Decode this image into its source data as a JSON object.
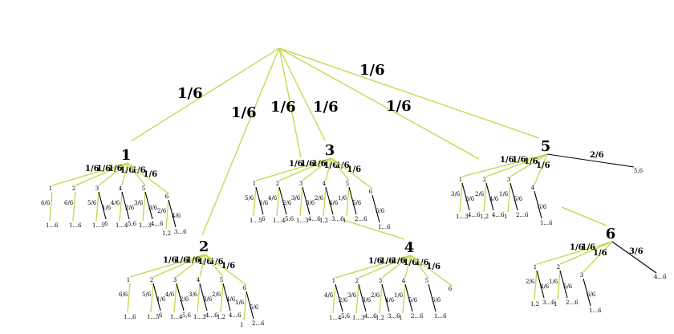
{
  "root": {
    "edge_probability": "1/6",
    "outcomes": [
      "1",
      "2",
      "3",
      "4",
      "5",
      "6"
    ]
  },
  "subtrees": [
    {
      "node": "1",
      "edge_label": "1/6",
      "children": [
        {
          "value": "1",
          "prob": "1/6",
          "green": "6/6",
          "green_leaf": "1...6"
        },
        {
          "value": "2",
          "prob": "1/6",
          "green": "6/6",
          "green_leaf": "1...6"
        },
        {
          "value": "3",
          "prob": "1/6",
          "green": "5/6",
          "green_leaf": "1...5",
          "black": "1/6",
          "black_leaf": "6"
        },
        {
          "value": "4",
          "prob": "1/6",
          "green": "4/6",
          "green_leaf": "1...4",
          "black": "2/6",
          "black_leaf": "5,6"
        },
        {
          "value": "5",
          "prob": "1/6",
          "green": "3/6",
          "green_leaf": "1...3",
          "black": "3/6",
          "black_leaf": "4...6"
        },
        {
          "value": "6",
          "prob": "1/6",
          "green": "2/6",
          "green_leaf": "1,2",
          "black": "4/6",
          "black_leaf": "3...6"
        }
      ]
    },
    {
      "node": "2",
      "edge_label": "1/6",
      "children": [
        {
          "value": "1",
          "prob": "1/6",
          "green": "6/6",
          "green_leaf": "1...6"
        },
        {
          "value": "2",
          "prob": "1/6",
          "green": "5/6",
          "green_leaf": "1...5",
          "black": "1/6",
          "black_leaf": "6"
        },
        {
          "value": "3",
          "prob": "1/6",
          "green": "4/6",
          "green_leaf": "1...4",
          "black": "2/6",
          "black_leaf": "5,6"
        },
        {
          "value": "4",
          "prob": "1/6",
          "green": "3/6",
          "green_leaf": "1...3",
          "black": "3/6",
          "black_leaf": "4...6"
        },
        {
          "value": "5",
          "prob": "1/6",
          "green": "2/6",
          "green_leaf": "1,2",
          "black": "4/6",
          "black_leaf": "4...6"
        },
        {
          "value": "6",
          "prob": "1/6",
          "green": "1/6",
          "green_leaf": "1",
          "black": "5/6",
          "black_leaf": "2...6"
        }
      ]
    },
    {
      "node": "3",
      "edge_label": "1/6",
      "children": [
        {
          "value": "1",
          "prob": "1/6",
          "green": "5/6",
          "green_leaf": "1...5",
          "black": "1/6",
          "black_leaf": "6"
        },
        {
          "value": "2",
          "prob": "1/6",
          "green": "4/6",
          "green_leaf": "1...4",
          "black": "2/6",
          "black_leaf": "5,6"
        },
        {
          "value": "3",
          "prob": "1/6",
          "green": "3/6",
          "green_leaf": "1...3",
          "black": "3/6",
          "black_leaf": "4...6"
        },
        {
          "value": "4",
          "prob": "1/6",
          "green": "2/6",
          "green_leaf": "1,2",
          "black": "4/6",
          "black_leaf": "3...6"
        },
        {
          "value": "5",
          "prob": "1/6",
          "green": "1/6",
          "green_leaf": "1",
          "black": "5/6",
          "black_leaf": "2...6"
        },
        {
          "value": "6",
          "prob": "1/6",
          "black": "6/6",
          "black_leaf": "1...6"
        }
      ]
    },
    {
      "node": "4",
      "edge_label": "1/6",
      "children": [
        {
          "value": "1",
          "prob": "1/6",
          "green": "4/6",
          "green_leaf": "1...4",
          "black": "2/6",
          "black_leaf": "5,6"
        },
        {
          "value": "2",
          "prob": "1/6",
          "green": "3/6",
          "green_leaf": "1...3",
          "black": "3/6",
          "black_leaf": "4...6"
        },
        {
          "value": "3",
          "prob": "1/6",
          "green": "2/6",
          "green_leaf": "1,2",
          "black": "4/6",
          "black_leaf": "3...6"
        },
        {
          "value": "4",
          "prob": "1/6",
          "green": "1/6",
          "green_leaf": "1",
          "black": "5/6",
          "black_leaf": "2...6"
        },
        {
          "value": "5",
          "prob": "1/6",
          "black": "6/6",
          "black_leaf": "1...6"
        },
        {
          "value": "6",
          "prob": "1/6"
        }
      ]
    },
    {
      "node": "5",
      "edge_label": "1/6",
      "extra": {
        "prob": "2/6",
        "leaf": "5,6"
      },
      "children": [
        {
          "value": "1",
          "prob": "1/6",
          "green": "3/6",
          "green_leaf": "1...3",
          "black": "3/6",
          "black_leaf": "4...6"
        },
        {
          "value": "2",
          "prob": "1/6",
          "green": "2/6",
          "green_leaf": "1,2",
          "black": "4/6",
          "black_leaf": "4...6"
        },
        {
          "value": "3",
          "prob": "1/6",
          "green": "1/6",
          "green_leaf": "1",
          "black": "5/6",
          "black_leaf": "2...6"
        },
        {
          "value": "4",
          "prob": "1/6",
          "black": "6/6",
          "black_leaf": "1...6"
        }
      ]
    },
    {
      "node": "6",
      "edge_label": "1/6",
      "extra": {
        "prob": "3/6",
        "leaf": "4...6"
      },
      "children": [
        {
          "value": "1",
          "prob": "1/6",
          "green": "2/6",
          "green_leaf": "1,2",
          "black": "4/6",
          "black_leaf": "3...6"
        },
        {
          "value": "2",
          "prob": "1/6",
          "green": "1/6",
          "green_leaf": "1",
          "black": "5/6",
          "black_leaf": "2...6"
        },
        {
          "value": "3",
          "prob": "1/6",
          "black": "6/6",
          "black_leaf": "1...6"
        }
      ]
    }
  ],
  "colors": {
    "green": "#c2d64a",
    "black": "#000000"
  }
}
